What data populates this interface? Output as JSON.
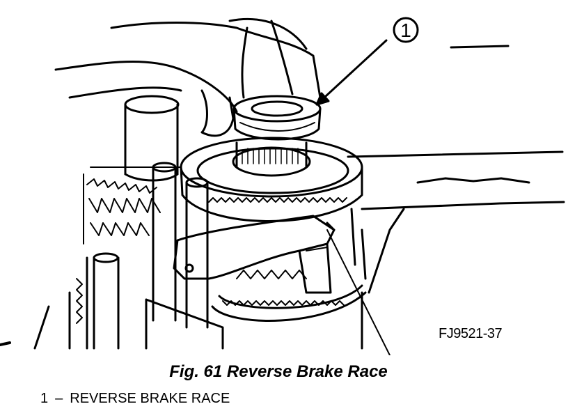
{
  "figure": {
    "code": "FJ9521-37",
    "caption": "Fig. 61 Reverse Brake Race",
    "callouts": [
      {
        "number": "1",
        "separator": "–",
        "label": "REVERSE BRAKE RACE"
      }
    ]
  }
}
